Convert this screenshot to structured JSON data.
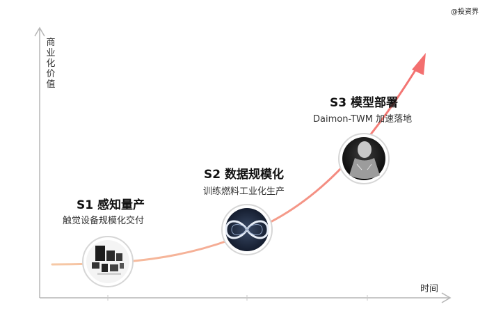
{
  "watermark": "@投资界",
  "axes": {
    "y_label": "商业化价值",
    "x_label": "时间"
  },
  "stages": [
    {
      "title": "S1 感知量产",
      "subtitle": "触觉设备规模化交付",
      "icon": "tactile-devices-icon"
    },
    {
      "title": "S2 数据规模化",
      "subtitle": "训练燃料工业化生产",
      "icon": "infinity-data-icon"
    },
    {
      "title": "S3 模型部署",
      "subtitle": "Daimon-TWM 加速落地",
      "icon": "humanoid-model-icon"
    }
  ],
  "colors": {
    "curve_start": "#f6c9a6",
    "curve_end": "#f36f6f",
    "axis": "#b5b5b5",
    "circle_border": "#d6d6d6"
  }
}
